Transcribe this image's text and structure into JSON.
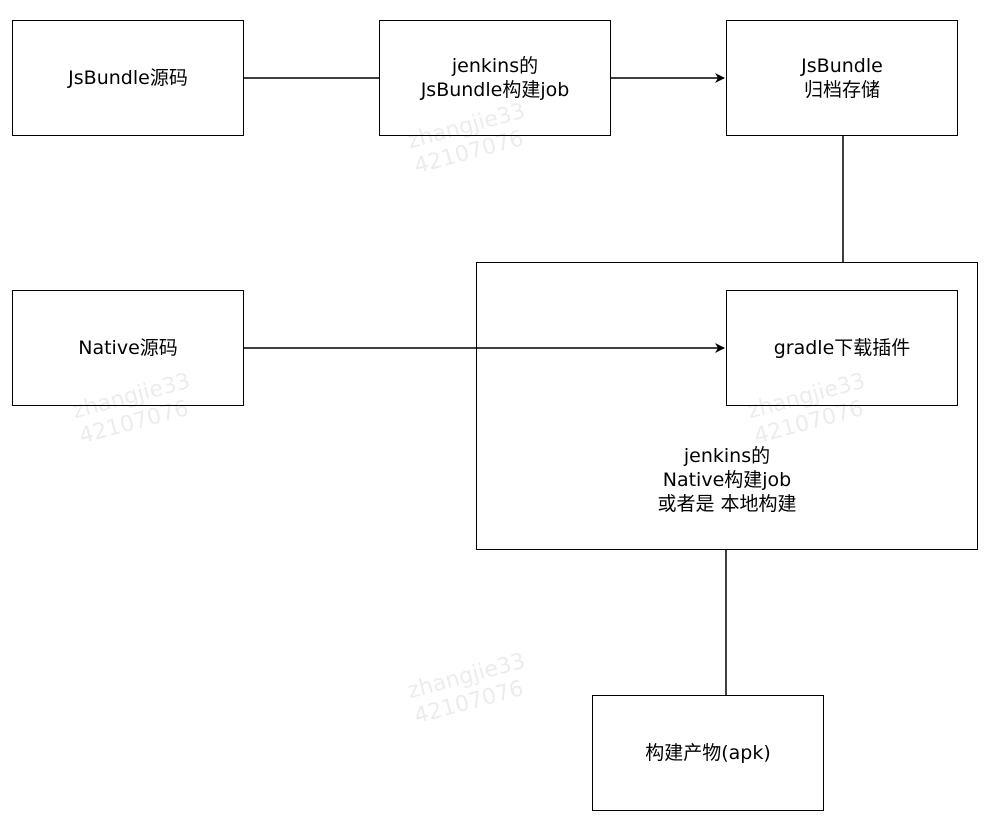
{
  "nodes": {
    "js_source": [
      "JsBundle源码"
    ],
    "jenkins_js_job": [
      "jenkins的",
      "JsBundle构建job"
    ],
    "js_archive": [
      "JsBundle",
      "归档存储"
    ],
    "native_source": [
      "Native源码"
    ],
    "gradle_plugin": [
      "gradle下载插件"
    ],
    "jenkins_native_container": [
      "jenkins的",
      "Native构建job",
      "或者是 本地构建"
    ],
    "build_output": [
      "构建产物(apk)"
    ]
  },
  "watermark": [
    "zhangjie33",
    "42107076"
  ],
  "edges": [
    {
      "from": "js_source",
      "to": "jenkins_js_job",
      "arrow": false
    },
    {
      "from": "jenkins_js_job",
      "to": "js_archive",
      "arrow": true
    },
    {
      "from": "js_archive",
      "to": "jenkins_native_container",
      "arrow": false
    },
    {
      "from": "native_source",
      "to": "gradle_plugin",
      "arrow": true
    },
    {
      "from": "jenkins_native_container",
      "to": "build_output",
      "arrow": false
    }
  ]
}
